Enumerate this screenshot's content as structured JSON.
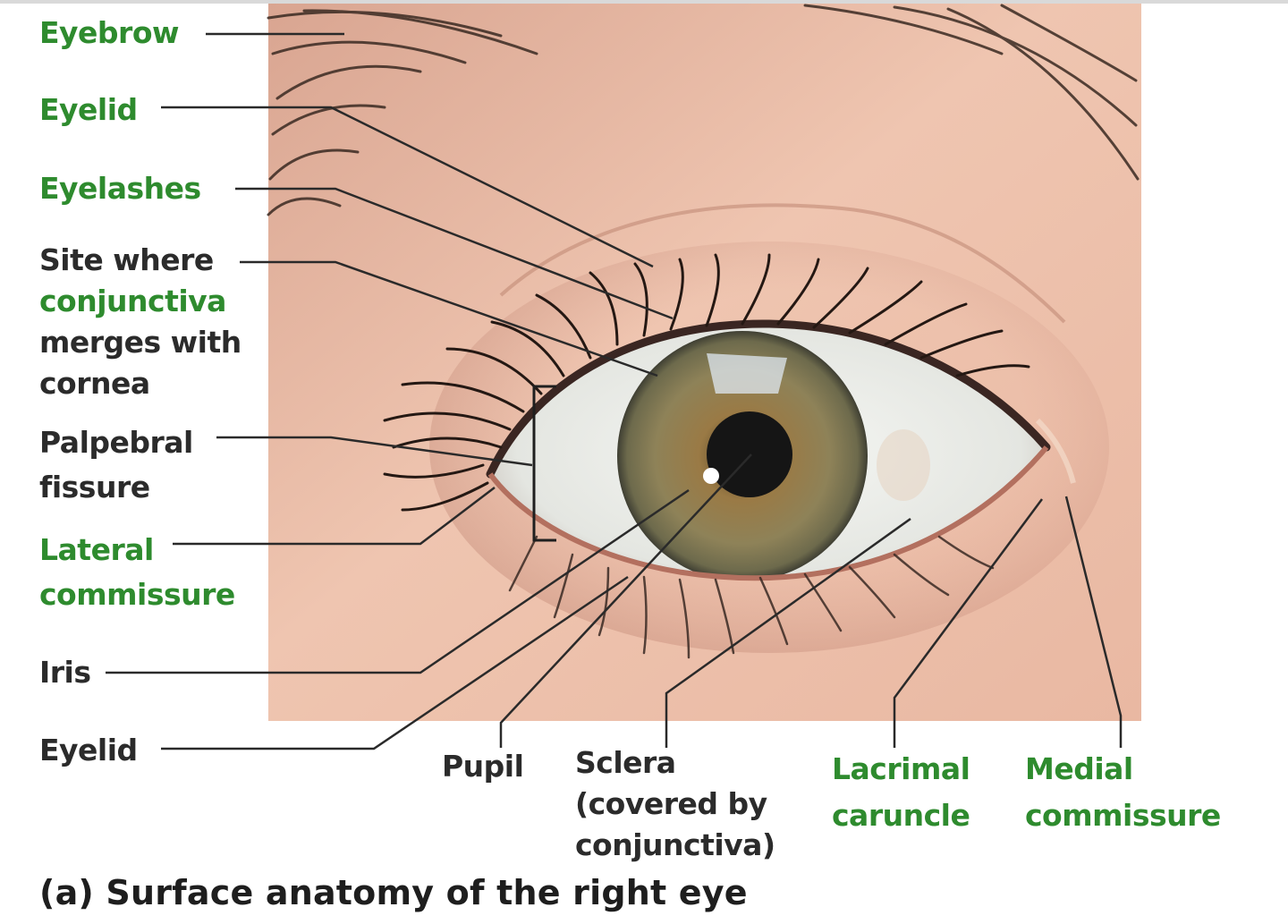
{
  "labels": {
    "eyebrow": "Eyebrow",
    "eyelid_upper": "Eyelid",
    "eyelashes": "Eyelashes",
    "conjunctiva_site": {
      "line1": "Site where",
      "line2": "conjunctiva",
      "line3": "merges with",
      "line4": "cornea"
    },
    "palpebral_fissure": {
      "line1": "Palpebral",
      "line2": "fissure"
    },
    "lateral_commissure": {
      "line1": "Lateral",
      "line2": "commissure"
    },
    "iris": "Iris",
    "eyelid_lower": "Eyelid",
    "pupil": "Pupil",
    "sclera": {
      "line1": "Sclera",
      "line2": "(covered by",
      "line3": "conjunctiva)"
    },
    "lacrimal_caruncle": {
      "line1": "Lacrimal",
      "line2": "caruncle"
    },
    "medial_commissure": {
      "line1": "Medial",
      "line2": "commissure"
    }
  },
  "caption": "(a) Surface anatomy of the right eye",
  "colors": {
    "green_label": "#2e8b2e",
    "dark_label": "#2b2b2b",
    "leader_line": "#2a2a2a",
    "skin": "#e8b7a0",
    "iris": "#8a7348",
    "sclera": "#eef0ee"
  }
}
